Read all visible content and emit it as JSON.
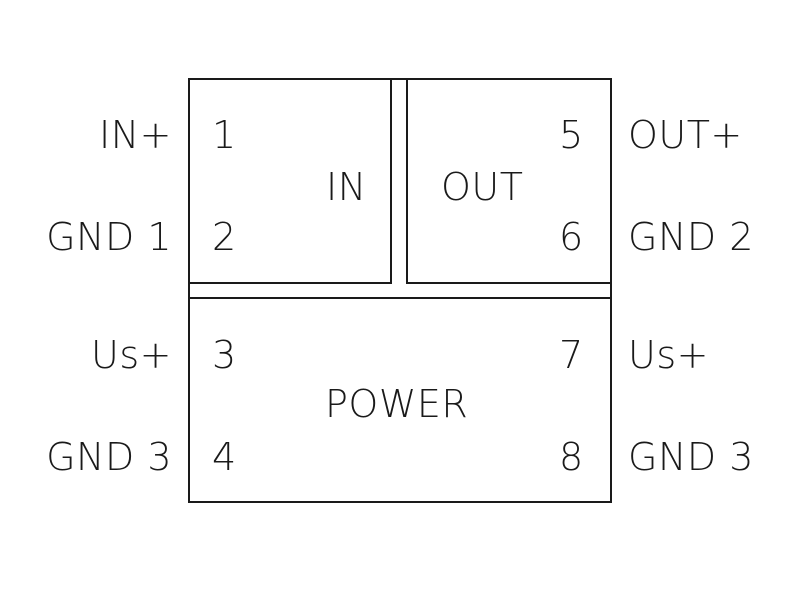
{
  "blocks": {
    "in": "IN",
    "out": "OUT",
    "power": "POWER"
  },
  "pins": {
    "left": [
      {
        "signal": "IN+",
        "number": "1"
      },
      {
        "signal": "GND 1",
        "number": "2"
      },
      {
        "signal": "Us+",
        "number": "3"
      },
      {
        "signal": "GND 3",
        "number": "4"
      }
    ],
    "right": [
      {
        "number": "5",
        "signal": "OUT+"
      },
      {
        "number": "6",
        "signal": "GND 2"
      },
      {
        "number": "7",
        "signal": "Us+"
      },
      {
        "number": "8",
        "signal": "GND 3"
      }
    ]
  }
}
